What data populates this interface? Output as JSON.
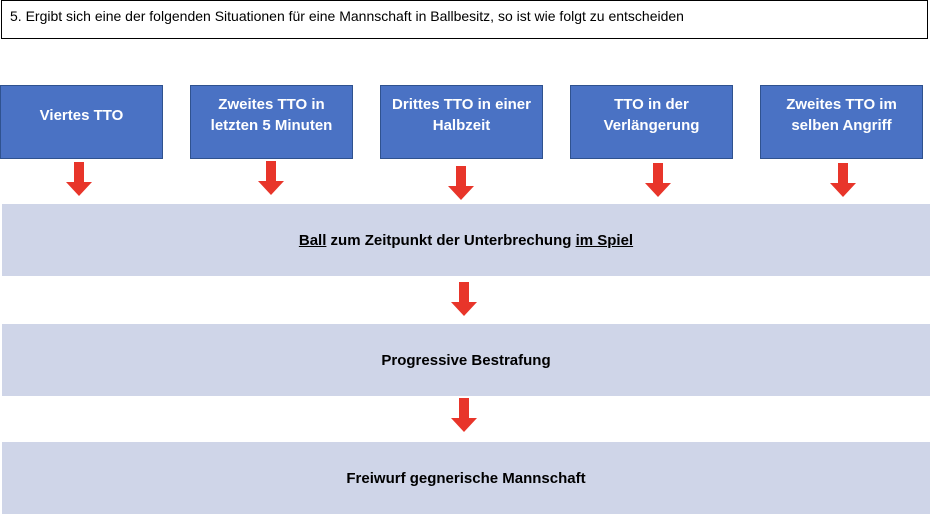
{
  "instruction": "5. Ergibt sich eine der folgenden Situationen für eine Mannschaft in Ballbesitz, so ist wie folgt zu entscheiden",
  "situations": [
    "Viertes TTO",
    "Zweites TTO in letzten 5 Minuten",
    "Drittes TTO in einer Halbzeit",
    "TTO in der Verlängerung",
    "Zweites TTO im selben Angriff"
  ],
  "ball_state": {
    "part1": "Ball",
    "part2": " zum Zeitpunkt der Unterbrechung ",
    "part3": "im Spiel"
  },
  "step2": "Progressive Bestrafung",
  "step3": "Freiwurf gegnerische Mannschaft",
  "colors": {
    "situation_fill": "#4a72c4",
    "band_fill": "#cfd5e8",
    "arrow": "#e8352a"
  }
}
